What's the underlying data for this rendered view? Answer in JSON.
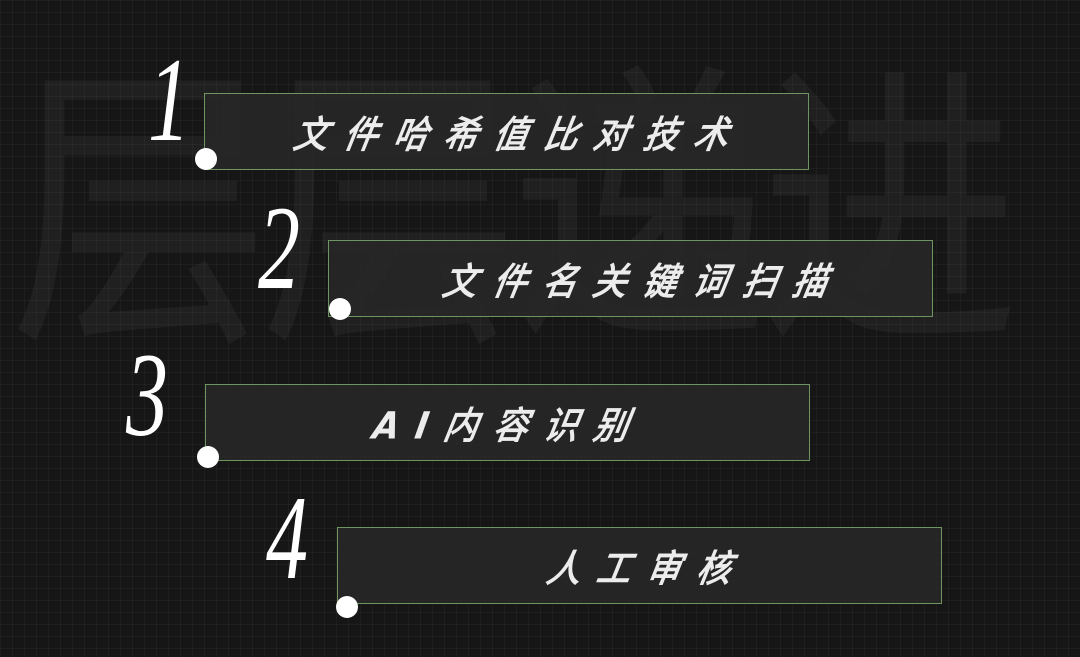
{
  "watermark": "层层递进",
  "colors": {
    "border": "#6e9460",
    "background": "#161616",
    "text": "#ececec"
  },
  "steps": [
    {
      "number": "1",
      "label": "文件哈希值比对技术"
    },
    {
      "number": "2",
      "label": "文件名关键词扫描"
    },
    {
      "number": "3",
      "label": "AI内容识别"
    },
    {
      "number": "4",
      "label": "人工审核"
    }
  ]
}
